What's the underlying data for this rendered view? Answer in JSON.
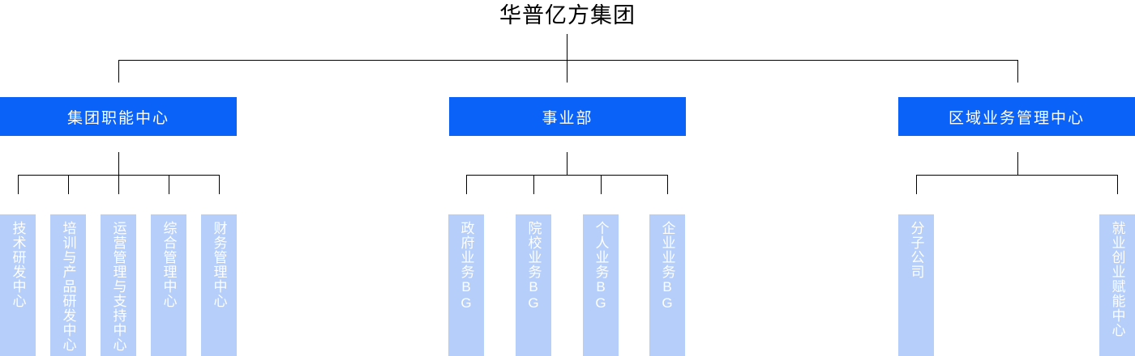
{
  "chart": {
    "type": "org-chart",
    "title": "华普亿方集团",
    "colors": {
      "level1_box": "#0a62f8",
      "level2_box": "#b5cefa",
      "connector": "#000000",
      "level1_text": "#ffffff",
      "level2_text": "#ffffff",
      "title_text": "#000000",
      "background": "#ffffff"
    },
    "root": {
      "label": "华普亿方集团",
      "children": [
        {
          "label": "集团职能中心",
          "children": [
            {
              "label": "技术研发中心"
            },
            {
              "label": "培训与产品研发中心"
            },
            {
              "label": "运营管理与支持中心"
            },
            {
              "label": "综合管理中心"
            },
            {
              "label": "财务管理中心"
            }
          ]
        },
        {
          "label": "事业部",
          "children": [
            {
              "label": "政府业务BG"
            },
            {
              "label": "院校业务BG"
            },
            {
              "label": "个人业务BG"
            },
            {
              "label": "企业业务BG"
            }
          ]
        },
        {
          "label": "区域业务管理中心",
          "children": [
            {
              "label": "分子公司"
            },
            {
              "label": "就业创业赋能中心"
            }
          ]
        }
      ]
    },
    "groups": {
      "g1": {
        "header": "集团职能中心",
        "items": [
          "技术研发中心",
          "培训与产品研发中心",
          "运营管理与支持中心",
          "综合管理中心",
          "财务管理中心"
        ]
      },
      "g2": {
        "header": "事业部",
        "items": [
          "政府业务BG",
          "院校业务BG",
          "个人业务BG",
          "企业业务BG"
        ]
      },
      "g3": {
        "header": "区域业务管理中心",
        "items": [
          "分子公司",
          "就业创业赋能中心"
        ]
      }
    }
  }
}
